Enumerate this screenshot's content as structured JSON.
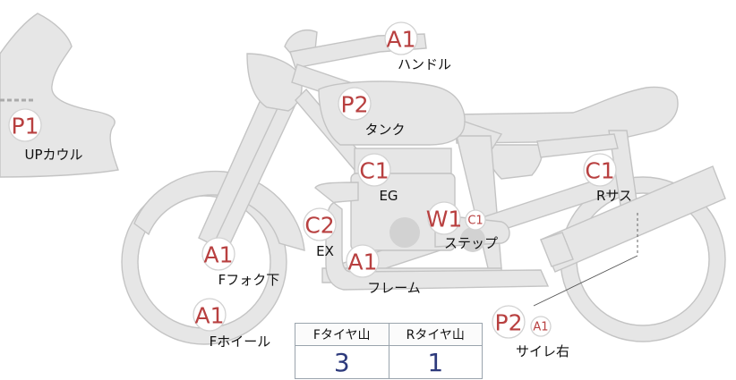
{
  "parts": [
    {
      "id": "up-cowl",
      "label": "UPカウル",
      "code": "P1",
      "sub": null
    },
    {
      "id": "handle",
      "label": "ハンドル",
      "code": "A1",
      "sub": null
    },
    {
      "id": "tank",
      "label": "タンク",
      "code": "P2",
      "sub": null
    },
    {
      "id": "engine",
      "label": "EG",
      "code": "C1",
      "sub": null
    },
    {
      "id": "exhaust",
      "label": "EX",
      "code": "C2",
      "sub": null
    },
    {
      "id": "step",
      "label": "ステップ",
      "code": "W1",
      "sub": "C1"
    },
    {
      "id": "rear-sus",
      "label": "Rサス",
      "code": "C1",
      "sub": null
    },
    {
      "id": "frame",
      "label": "フレーム",
      "code": "A1",
      "sub": null
    },
    {
      "id": "front-fork",
      "label": "Fフォク下",
      "code": "A1",
      "sub": null
    },
    {
      "id": "front-wheel",
      "label": "Fホイール",
      "code": "A1",
      "sub": null
    },
    {
      "id": "muffler-r",
      "label": "サイレ右",
      "code": "P2",
      "sub": "A1"
    }
  ],
  "tire_table": {
    "front_header": "Fタイヤ山",
    "rear_header": "Rタイヤ山",
    "front_value": "3",
    "rear_value": "1"
  },
  "colors": {
    "code_text": "#b84040",
    "table_value": "#2d3a7c",
    "bike_fill": "#e6e6e6"
  }
}
